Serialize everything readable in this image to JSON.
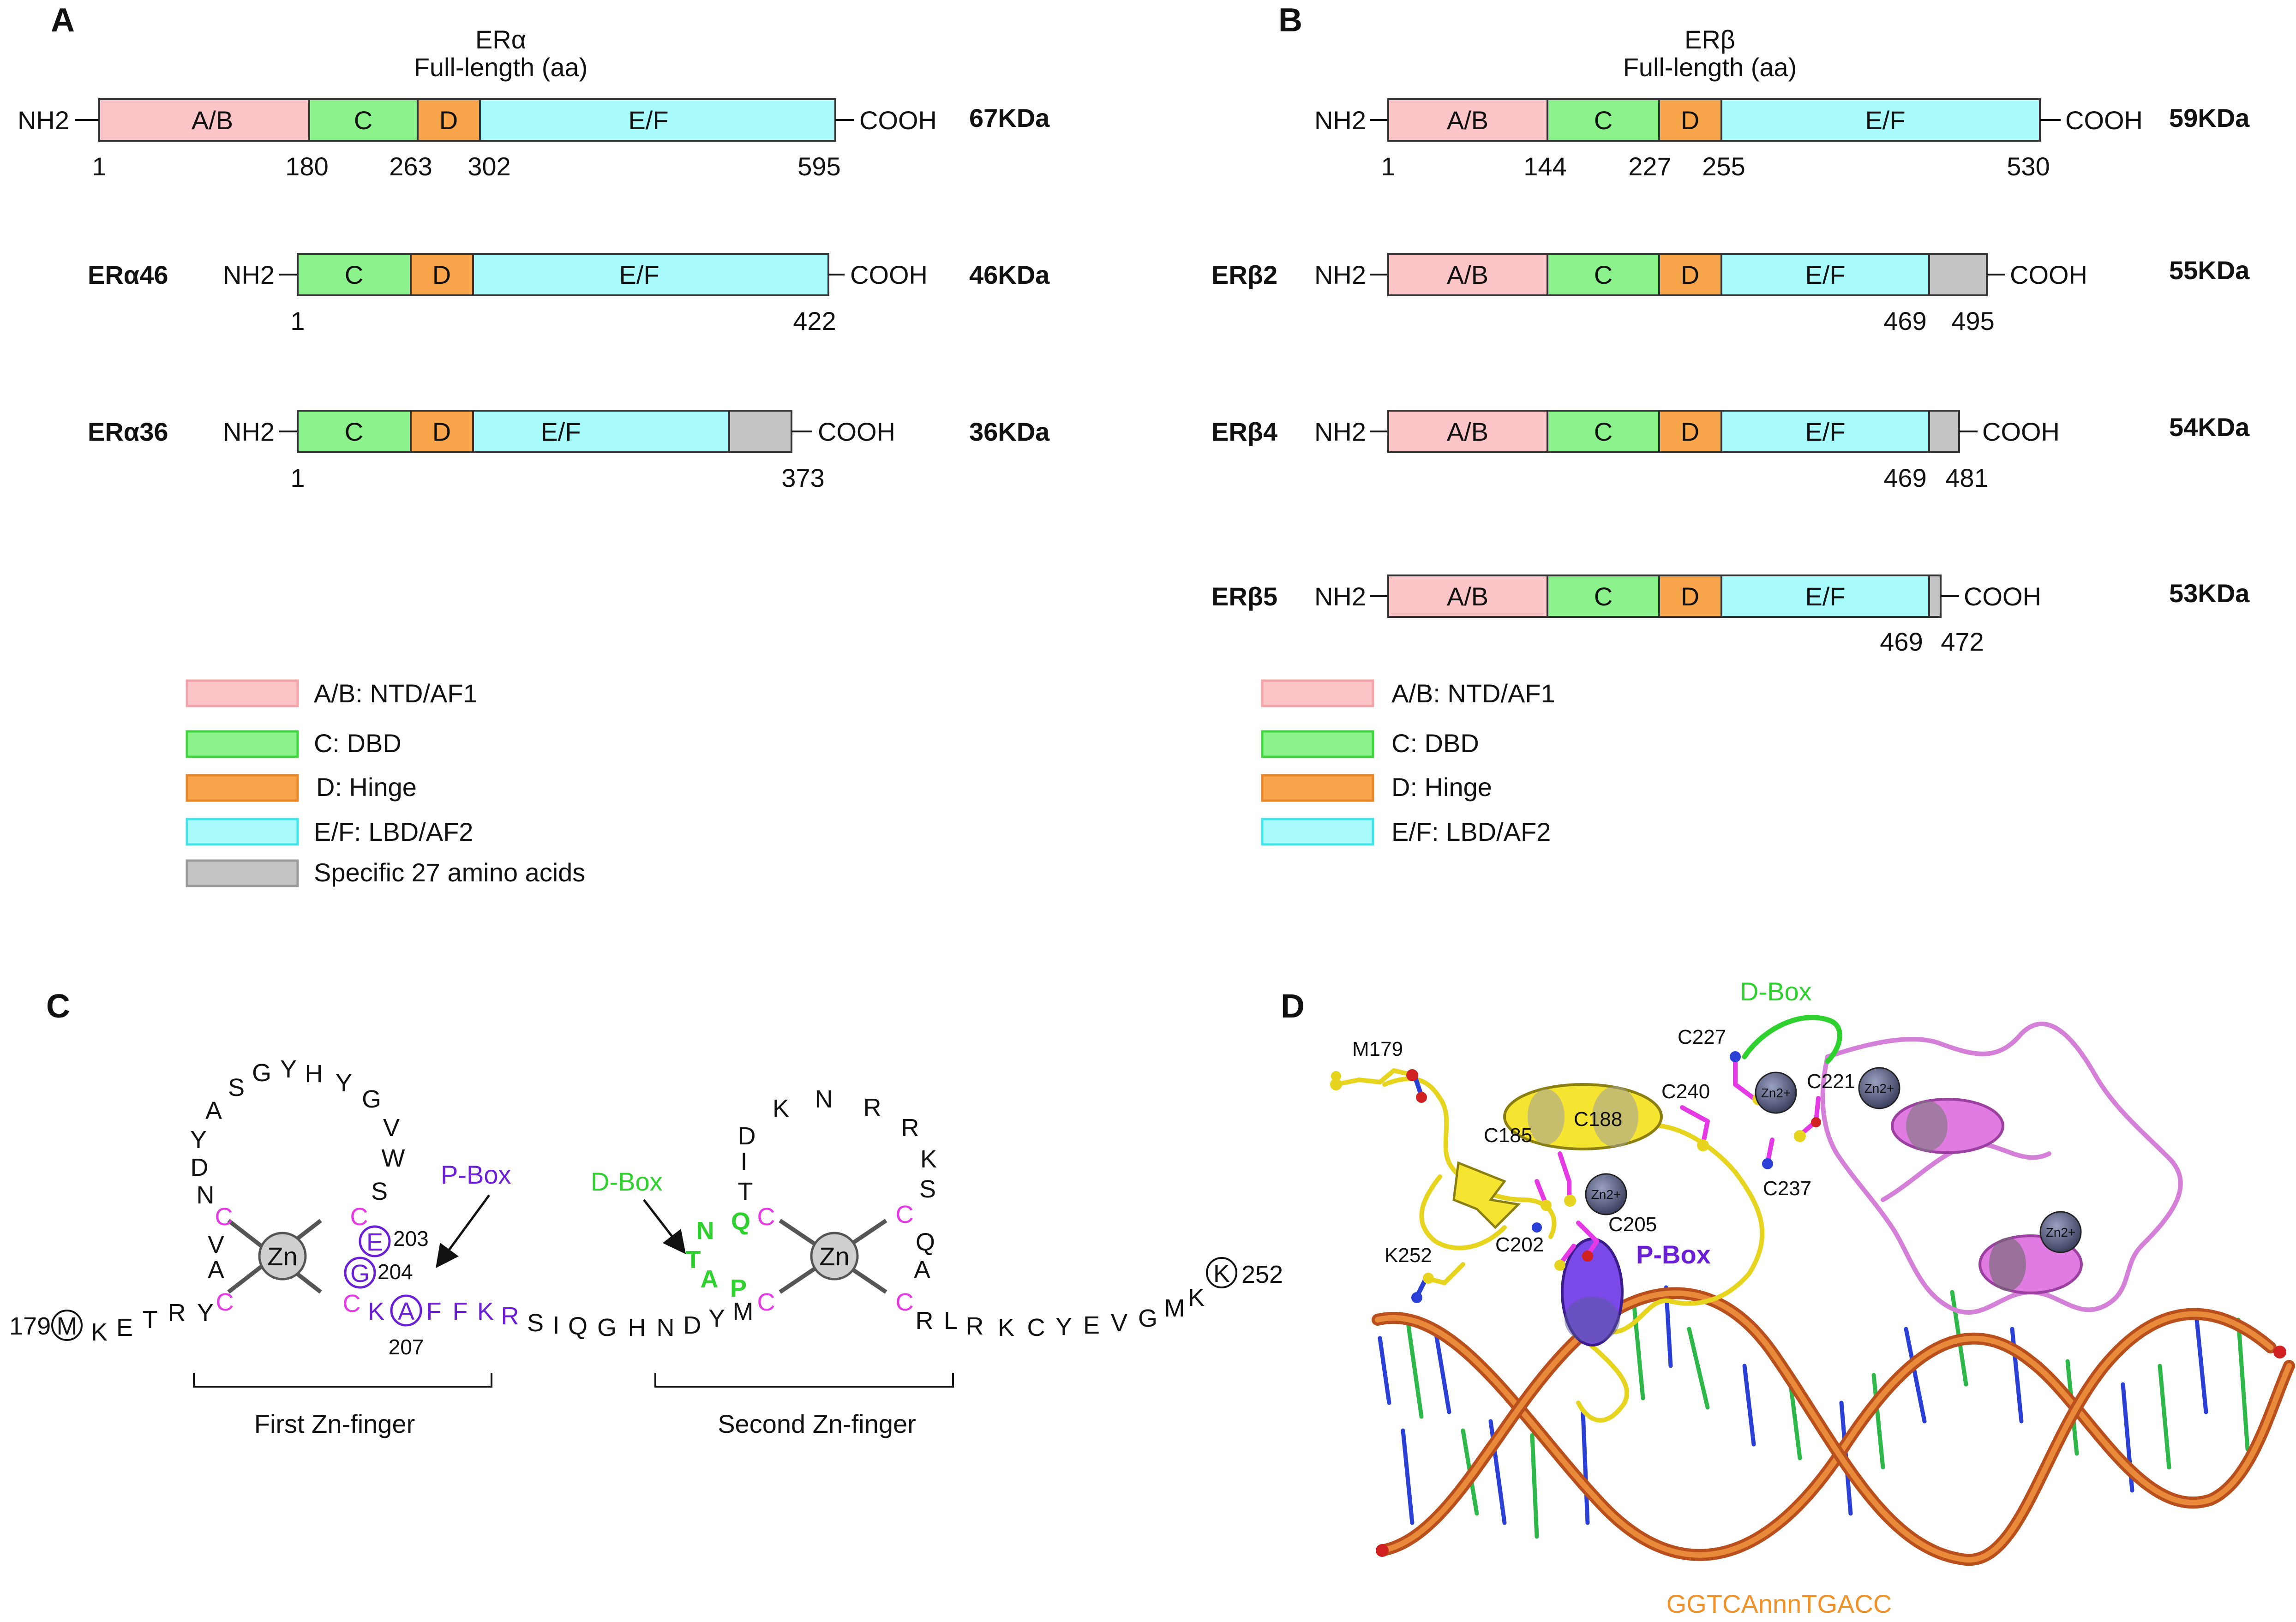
{
  "colors": {
    "ab": "#FBC4C6",
    "ab_line": "#F4A3A8",
    "c": "#8CF28C",
    "c_line": "#3FD63F",
    "d": "#F9A54C",
    "d_line": "#E8862A",
    "ef": "#A9FBFB",
    "ef_line": "#3FE4E8",
    "grey": "#C4C4C4",
    "grey_line": "#9A9A9A",
    "magenta": "#E639E6",
    "purple": "#6A1FD6",
    "green": "#2FD12F",
    "orange": "#F0922A"
  },
  "panelA": {
    "letter": "A",
    "title": "ERα",
    "subtitle": "Full-length (aa)",
    "isoforms": [
      {
        "name": "",
        "nterm": "NH2",
        "cterm": "COOH",
        "kda": "67KDa",
        "segments": [
          {
            "label": "A/B"
          },
          {
            "label": "C"
          },
          {
            "label": "D"
          },
          {
            "label": "E/F"
          }
        ],
        "positions": [
          "1",
          "180",
          "263",
          "302",
          "595"
        ]
      },
      {
        "name": "ERα46",
        "nterm": "NH2",
        "cterm": "COOH",
        "kda": "46KDa",
        "segments": [
          {
            "label": "C"
          },
          {
            "label": "D"
          },
          {
            "label": "E/F"
          }
        ],
        "positions": [
          "1",
          "422"
        ]
      },
      {
        "name": "ERα36",
        "nterm": "NH2",
        "cterm": "COOH",
        "kda": "36KDa",
        "segments": [
          {
            "label": "C"
          },
          {
            "label": "D"
          },
          {
            "label": "E/F"
          }
        ],
        "positions": [
          "1",
          "373"
        ]
      }
    ],
    "legend": [
      "A/B: NTD/AF1",
      "C: DBD",
      "D: Hinge",
      "E/F: LBD/AF2",
      "Specific 27 amino acids"
    ]
  },
  "panelB": {
    "letter": "B",
    "title": "ERβ",
    "subtitle": "Full-length (aa)",
    "isoforms": [
      {
        "name": "",
        "nterm": "NH2",
        "cterm": "COOH",
        "kda": "59KDa",
        "segments": [
          {
            "label": "A/B"
          },
          {
            "label": "C"
          },
          {
            "label": "D"
          },
          {
            "label": "E/F"
          }
        ],
        "positions": [
          "1",
          "144",
          "227",
          "255",
          "530"
        ]
      },
      {
        "name": "ERβ2",
        "nterm": "NH2",
        "cterm": "COOH",
        "kda": "55KDa",
        "segments": [
          {
            "label": "A/B"
          },
          {
            "label": "C"
          },
          {
            "label": "D"
          },
          {
            "label": "E/F"
          }
        ],
        "positions": [
          "469",
          "495"
        ]
      },
      {
        "name": "ERβ4",
        "nterm": "NH2",
        "cterm": "COOH",
        "kda": "54KDa",
        "segments": [
          {
            "label": "A/B"
          },
          {
            "label": "C"
          },
          {
            "label": "D"
          },
          {
            "label": "E/F"
          }
        ],
        "positions": [
          "469",
          "481"
        ]
      },
      {
        "name": "ERβ5",
        "nterm": "NH2",
        "cterm": "COOH",
        "kda": "53KDa",
        "segments": [
          {
            "label": "A/B"
          },
          {
            "label": "C"
          },
          {
            "label": "D"
          },
          {
            "label": "E/F"
          }
        ],
        "positions": [
          "469",
          "472"
        ]
      }
    ],
    "legend": [
      "A/B: NTD/AF1",
      "C: DBD",
      "D: Hinge",
      "E/F: LBD/AF2"
    ]
  },
  "panelC": {
    "letter": "C",
    "zn": "Zn",
    "pbox": "P-Box",
    "dbox": "D-Box",
    "first_finger": "First Zn-finger",
    "second_finger": "Second Zn-finger",
    "start_num": "179",
    "end_num": "252",
    "n203": "203",
    "n204": "204",
    "n207": "207",
    "residues": [
      "M",
      "K",
      "E",
      "T",
      "R",
      "Y",
      "C",
      "A",
      "V",
      "C",
      "N",
      "D",
      "Y",
      "A",
      "S",
      "G",
      "Y",
      "H",
      "Y",
      "G",
      "V",
      "W",
      "S",
      "C",
      "E",
      "G",
      "C",
      "K",
      "A",
      "F",
      "F",
      "K",
      "R",
      "S",
      "I",
      "Q",
      "G",
      "H",
      "N",
      "D",
      "Y",
      "M",
      "C",
      "P",
      "A",
      "T",
      "N",
      "Q",
      "C",
      "T",
      "I",
      "D",
      "K",
      "N",
      "R",
      "R",
      "K",
      "S",
      "C",
      "Q",
      "A",
      "C",
      "R",
      "L",
      "R",
      "K",
      "C",
      "Y",
      "E",
      "V",
      "G",
      "M",
      "K",
      "K"
    ]
  },
  "panelD": {
    "letter": "D",
    "dbox": "D-Box",
    "pbox": "P-Box",
    "zn_label": "Zn2+",
    "sequence": "GGTCAnnnTGACC",
    "residue_labels": [
      "M179",
      "C227",
      "C240",
      "C221",
      "C185",
      "C188",
      "C237",
      "C205",
      "C202",
      "K252"
    ]
  }
}
